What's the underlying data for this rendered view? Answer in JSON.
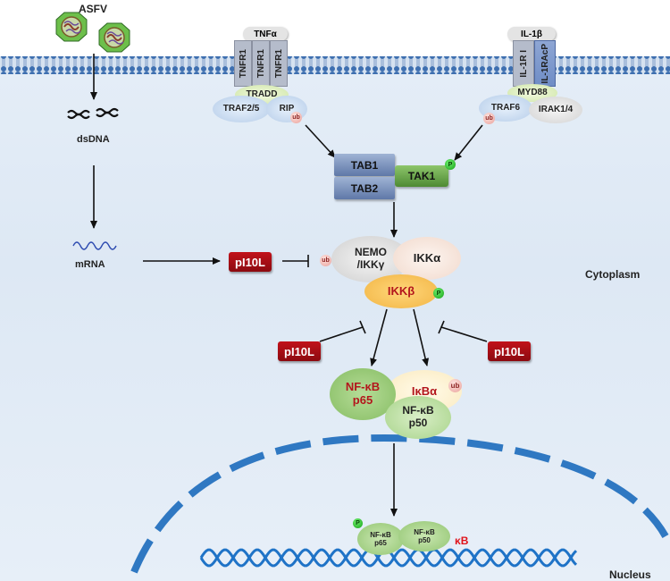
{
  "virus": {
    "label": "ASFV"
  },
  "nucleic": {
    "dsdna": "dsDNA",
    "mrna": "mRNA"
  },
  "tnf": {
    "ligand": "TNFα",
    "receptors": [
      "TNFR1",
      "TNFR1",
      "TNFR1"
    ],
    "adaptor": "TRADD",
    "traf": "TRAF2/5",
    "rip": "RIP"
  },
  "il1": {
    "ligand": "IL-1β",
    "receptor": "IL-1R I",
    "coreceptor": "IL-1RAcP",
    "adaptor": "MYD88",
    "traf": "TRAF6",
    "irak": "IRAK1/4"
  },
  "tab_complex": {
    "tab1": "TAB1",
    "tab2": "TAB2",
    "tak1": "TAK1"
  },
  "ikk": {
    "nemo": "NEMO\n/IKKγ",
    "ikka": "IKKα",
    "ikkb": "IKKβ"
  },
  "pi10l": "pI10L",
  "nfkb": {
    "p65": "NF-κB\np65",
    "ikba": "IκBα",
    "p50": "NF-κB\np50",
    "nuc_p65": "NF-κB\np65",
    "nuc_p50": "NF-κB\np50",
    "kb": "κB"
  },
  "modifications": {
    "ub": "ub",
    "p": "P"
  },
  "compartments": {
    "cytoplasm": "Cytoplasm",
    "nucleus": "Nucleus"
  },
  "colors": {
    "pi10l": "#a50e15",
    "ikkb": "#f2b544",
    "p65": "#9ccc7f",
    "ikba": "#fdf0c9",
    "dna": "#1f73c7",
    "membrane": "#3e6fb0",
    "nuclear_membrane": "#2f78c2"
  }
}
